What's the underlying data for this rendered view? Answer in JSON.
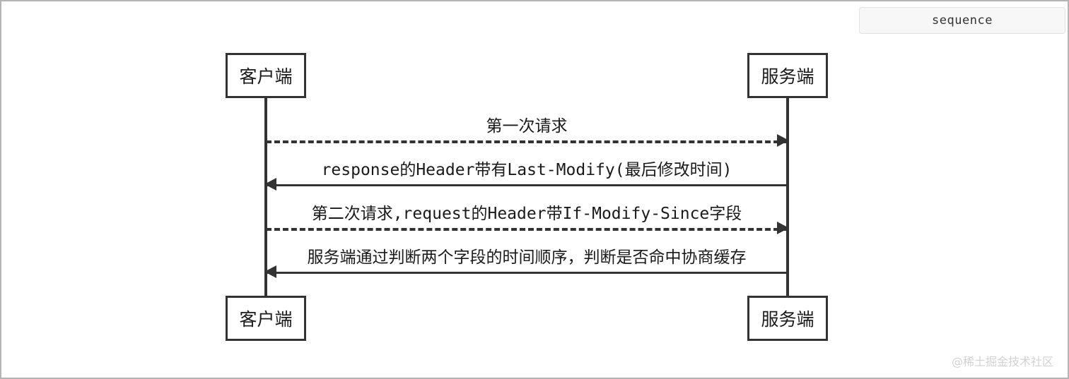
{
  "diagram": {
    "type_tag": "sequence",
    "participants": {
      "left_top": "客户端",
      "right_top": "服务端",
      "left_bottom": "客户端",
      "right_bottom": "服务端"
    },
    "messages": [
      {
        "label": "第一次请求",
        "from": "客户端",
        "to": "服务端",
        "direction": "right",
        "line_style": "dashed"
      },
      {
        "label": "response的Header带有Last-Modify(最后修改时间)",
        "from": "服务端",
        "to": "客户端",
        "direction": "left",
        "line_style": "solid"
      },
      {
        "label": "第二次请求,request的Header带If-Modify-Since字段",
        "from": "客户端",
        "to": "服务端",
        "direction": "right",
        "line_style": "dashed"
      },
      {
        "label": "服务端通过判断两个字段的时间顺序，判断是否命中协商缓存",
        "from": "服务端",
        "to": "客户端",
        "direction": "left",
        "line_style": "solid"
      }
    ]
  },
  "watermark": "@稀土掘金技术社区",
  "colors": {
    "stroke": "#333333",
    "canvas": "#ffffff",
    "frame": "#b4b4b4",
    "tag_bg": "#f7f7f7",
    "watermark": "#d2d2d2"
  }
}
